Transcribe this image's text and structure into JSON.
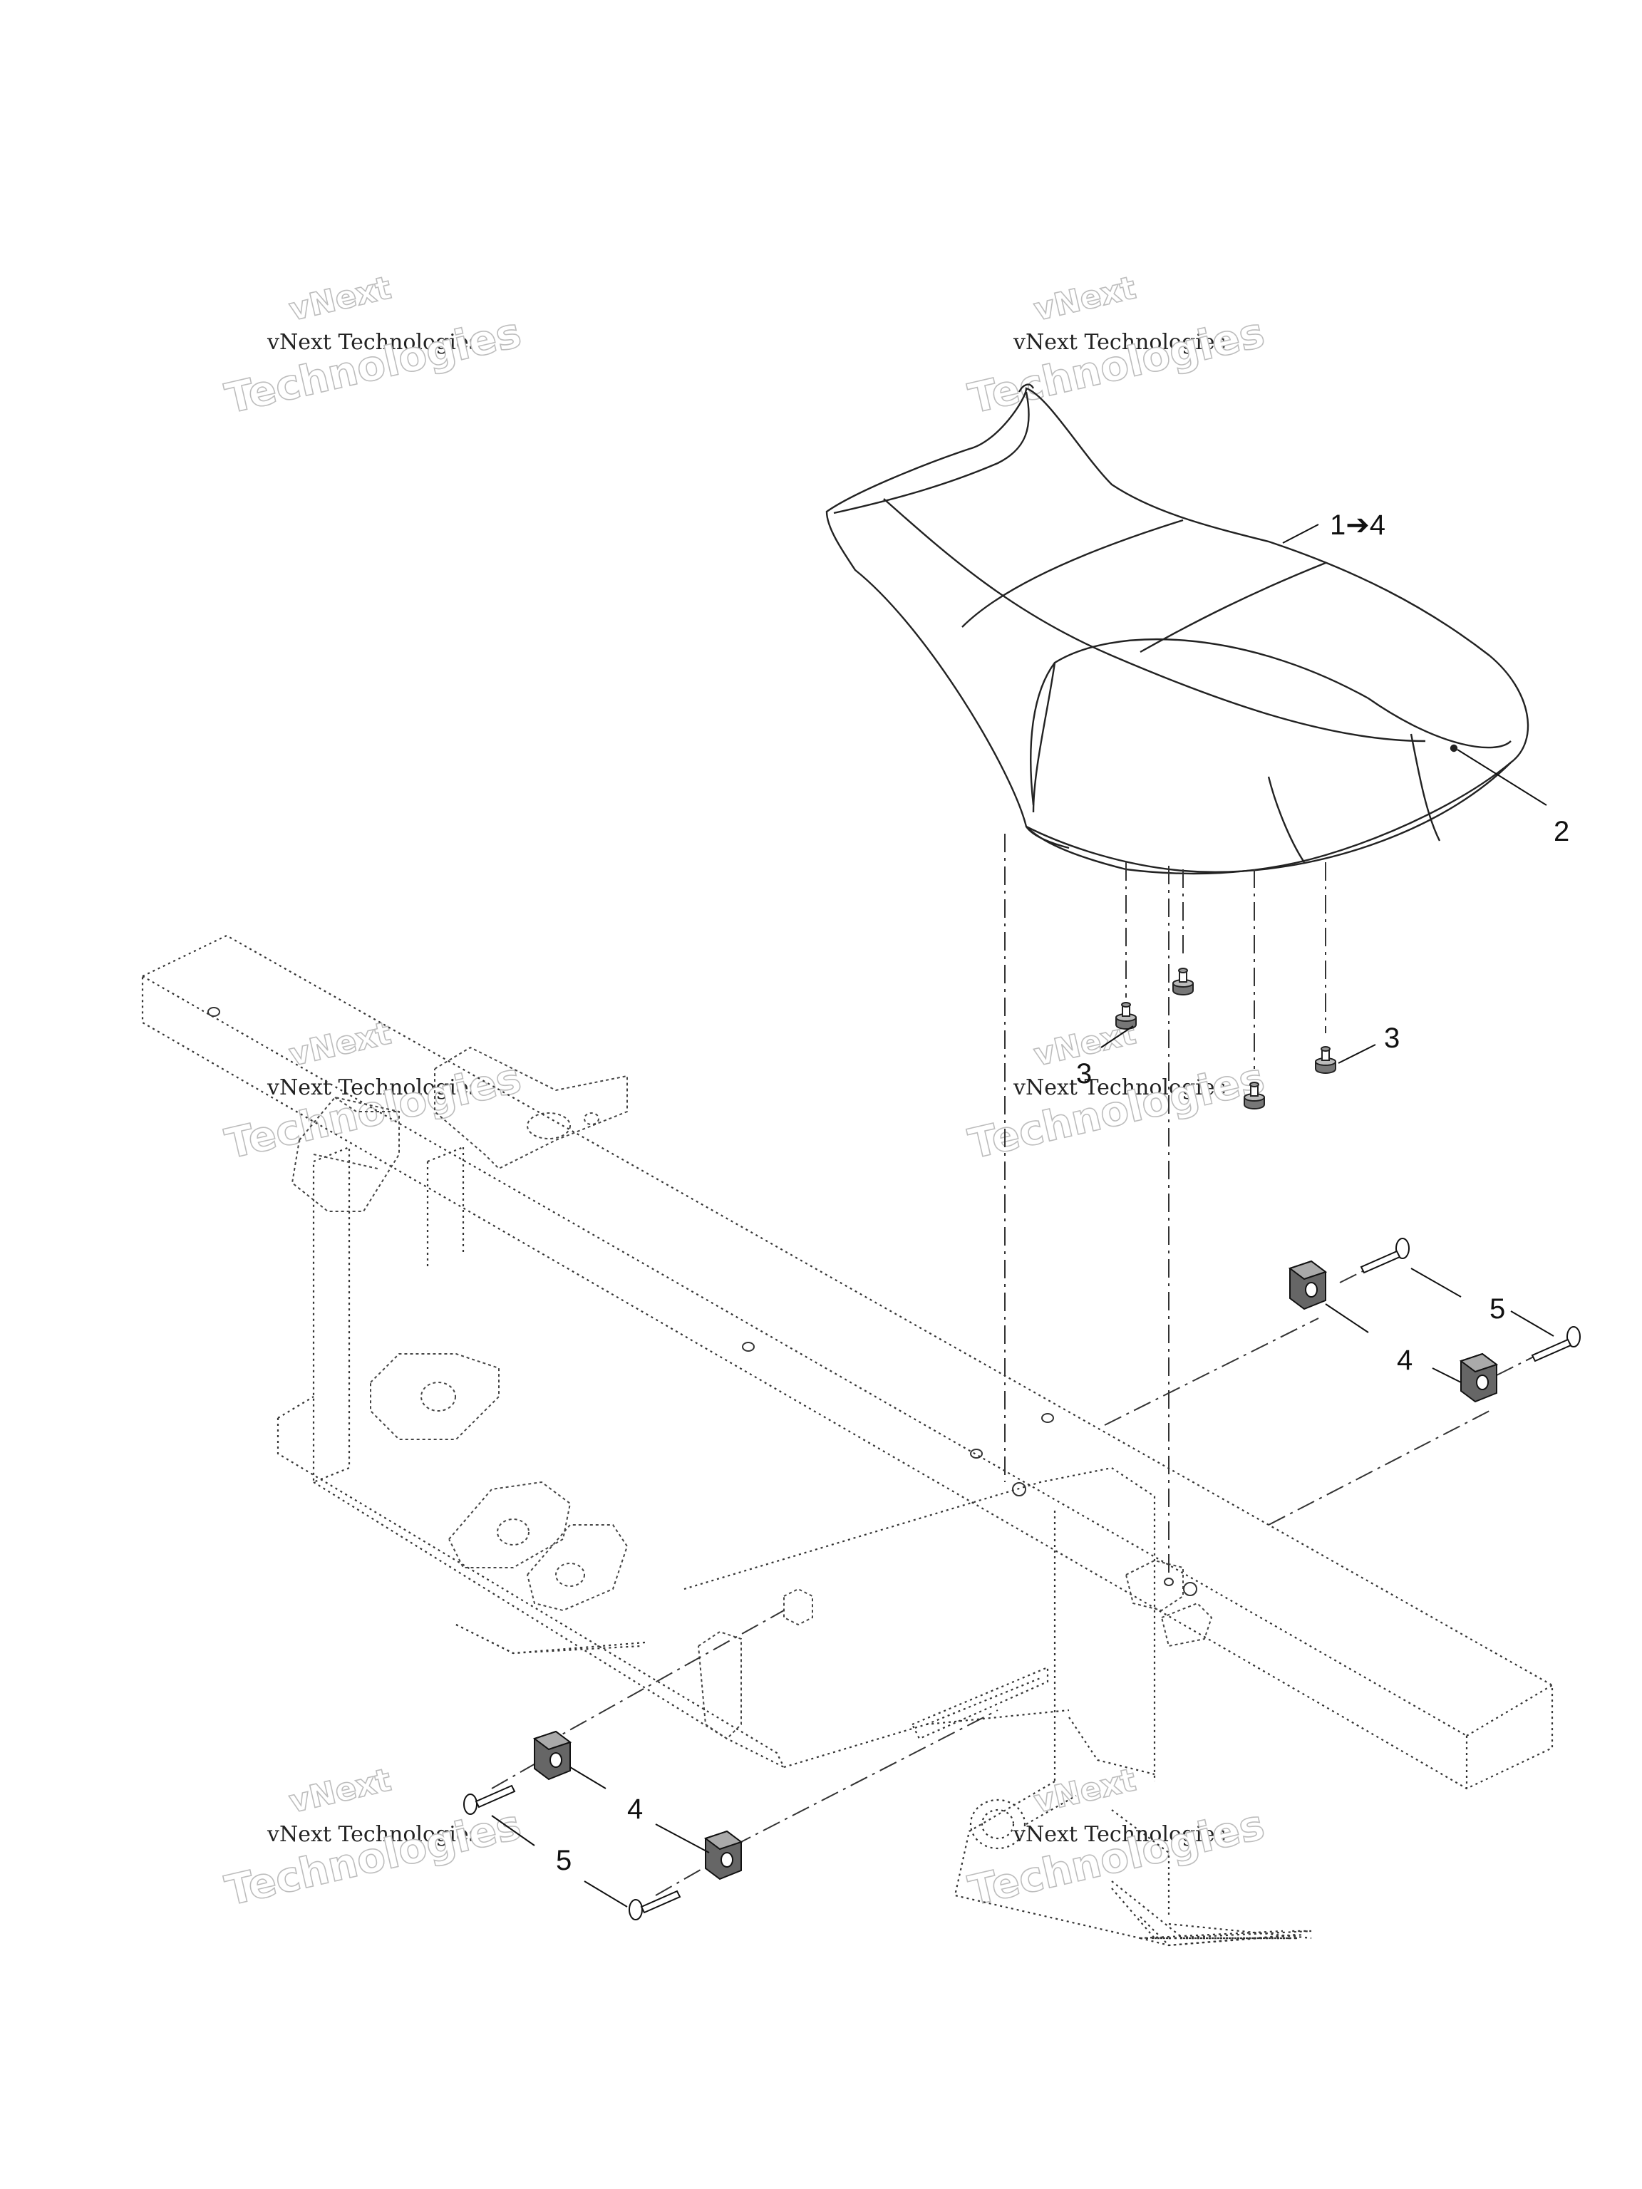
{
  "watermark": {
    "small_top": "vNext",
    "line1": "vNext Technologies",
    "big": "Technologies"
  },
  "callouts": {
    "seat_assembly": "1➔4",
    "seat_cover": "2",
    "bumper": "3",
    "bracket": "4",
    "screw": "5"
  }
}
